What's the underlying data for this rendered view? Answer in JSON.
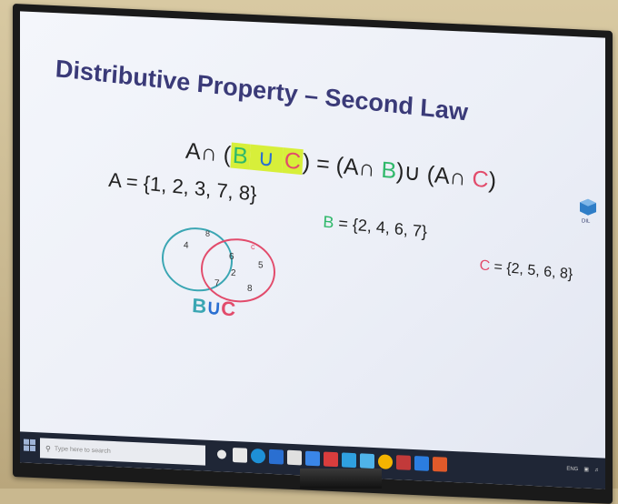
{
  "slide": {
    "title": "Distributive Property – Second Law",
    "law": {
      "lhs_prefix": "A∩ (",
      "lhs_b": "B",
      "lhs_union": " ∪ ",
      "lhs_c": "C",
      "lhs_suffix": ") = ",
      "rhs_part1": "(A∩ ",
      "rhs_b": "B",
      "rhs_part2": ")∪ (A∩ ",
      "rhs_c": "C",
      "rhs_part3": ")"
    },
    "set_a": "A = {1, 2, 3, 7, 8}",
    "set_b_name": "B",
    "set_b_values": " = {2, 4, 6, 7}",
    "set_c_name": "C",
    "set_c_values": " = {2, 5, 6, 8}",
    "logo_text": "DIL",
    "venn": {
      "left_only": [
        "4",
        "8"
      ],
      "overlap": [
        "6",
        "2"
      ],
      "right_only": [
        "c",
        "5"
      ],
      "bottom_left": "7",
      "bottom_right": "8",
      "label_b": "B",
      "label_union": "∪",
      "label_c": "C"
    }
  },
  "taskbar": {
    "search_placeholder": "Type here to search",
    "tray_text": "ENG",
    "colors": [
      "#3b7bd6",
      "#e8e8e8",
      "#1e90d6",
      "#2a6fd1",
      "#e0e0e0",
      "#3a86e8",
      "#d93d3d",
      "#2fa0e0",
      "#4fb3e9",
      "#f4b400",
      "#c23a3a",
      "#2b7de0",
      "#e05a2a"
    ]
  },
  "colors": {
    "title": "#3a3a78",
    "set_b": "#2fb86a",
    "set_c": "#e24b6b",
    "venn_left": "#3aa6b3",
    "venn_right": "#e24b6b",
    "highlight": "#d7ef3a"
  }
}
